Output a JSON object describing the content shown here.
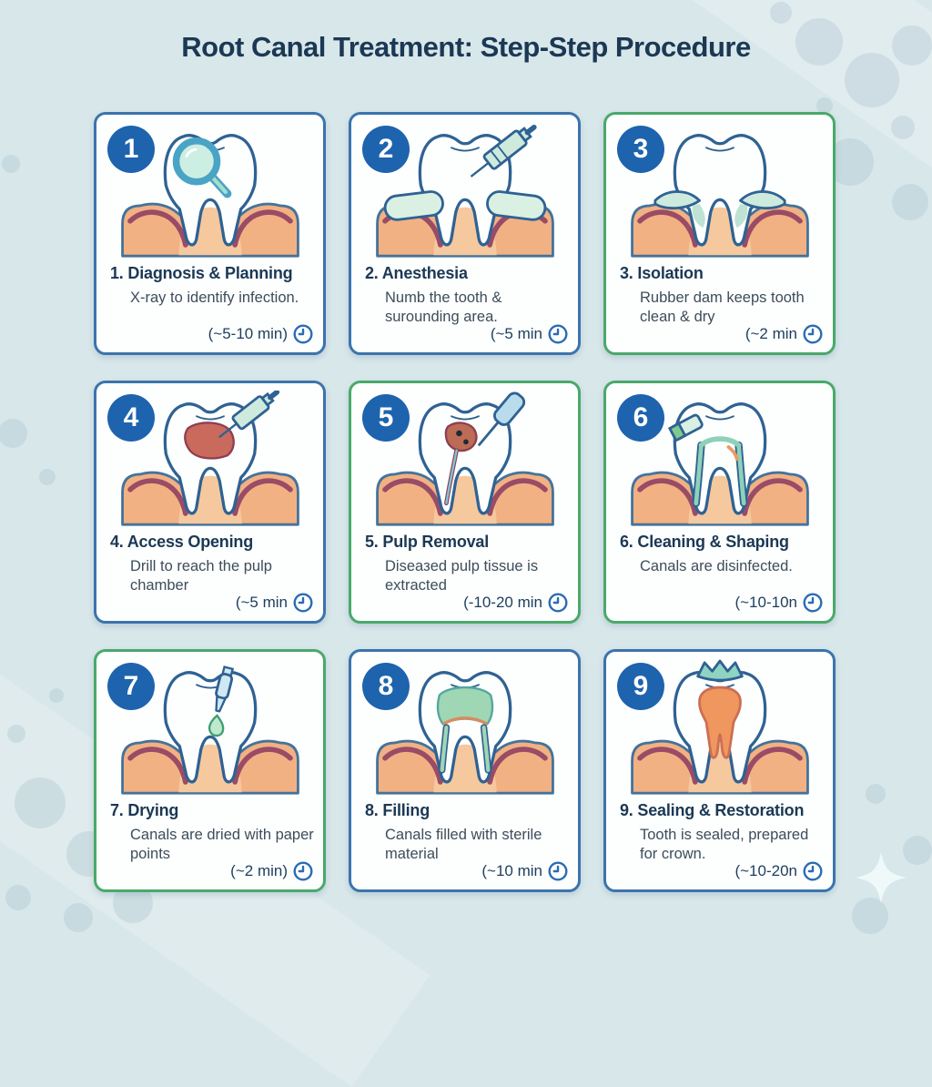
{
  "header": {
    "title": "Root Canal Treatment: Step-Step Procedure"
  },
  "colors": {
    "background": "#d8e7ea",
    "card_background": "#fdfefe",
    "border_blue": "#3b74ad",
    "border_green": "#4aa96a",
    "badge_blue": "#1e63ad",
    "title_text": "#1b3854",
    "description_text": "#3d4d5a",
    "time_text": "#1d3e5e",
    "clock_blue": "#2b6cb3",
    "gum": "#f2b183",
    "gum_line": "#9a4b66",
    "tooth_outline": "#2f6293",
    "mint_accent": "#cdeadd",
    "teal_accent": "#49a4c6"
  },
  "steps": [
    {
      "number": "1",
      "title": "1. Diagnosis & Planning",
      "description": "X-ray to identify infection.",
      "time": "(~5-10 min)",
      "border_color": "blue",
      "icon": "magnifier-icon"
    },
    {
      "number": "2",
      "title": "2. Anesthesia",
      "description": "Numb the tooth & surounding area.",
      "time": "(~5 min",
      "border_color": "blue",
      "icon": "syringe-icon"
    },
    {
      "number": "3",
      "title": "3. Isolation",
      "description": "Rubber dam keeps tooth clean & dry",
      "time": "(~2 min",
      "border_color": "green",
      "icon": "rubber-dam-icon"
    },
    {
      "number": "4",
      "title": "4. Access Opening",
      "description": "Drill to reach the pulp chamber",
      "time": "(~5 min",
      "border_color": "blue",
      "icon": "drill-icon"
    },
    {
      "number": "5",
      "title": "5. Pulp Removal",
      "description": "Diseaзed pulp tissue is extracted",
      "time": "(-10-20 min",
      "border_color": "green",
      "icon": "pulp-extraction-icon"
    },
    {
      "number": "6",
      "title": "6. Cleaning & Shaping",
      "description": "Canals are disinfected.",
      "time": "(~10-10n",
      "border_color": "green",
      "icon": "canal-file-icon"
    },
    {
      "number": "7",
      "title": "7. Drying",
      "description": "Canals are dried with paper points",
      "time": "(~2 min)",
      "border_color": "green",
      "icon": "dropper-icon"
    },
    {
      "number": "8",
      "title": "8. Filling",
      "description": "Canals filled with sterile material",
      "time": "(~10 min",
      "border_color": "blue",
      "icon": "filled-canals-icon"
    },
    {
      "number": "9",
      "title": "9. Sealing & Restoration",
      "description": "Tooth is sealed, prepared for crown.",
      "time": "(~10-20n",
      "border_color": "blue",
      "icon": "crown-icon"
    }
  ]
}
